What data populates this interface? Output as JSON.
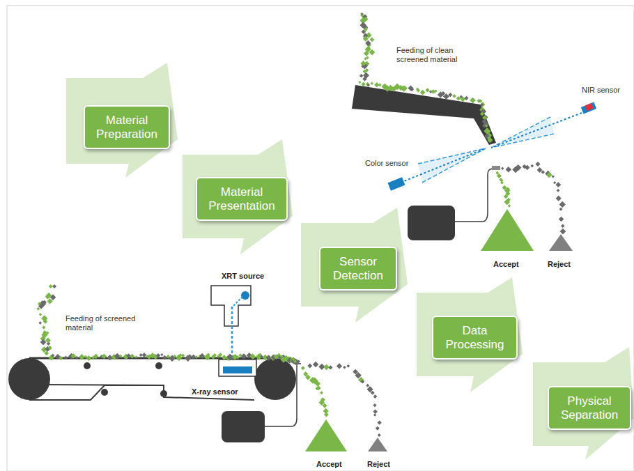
{
  "diagram": {
    "nodes": [
      {
        "text": [
          "Material Preparation"
        ]
      },
      {
        "text": [
          "Material Presentation"
        ]
      },
      {
        "text": [
          "Sensor Detection"
        ]
      },
      {
        "text": [
          "Data Processing"
        ]
      },
      {
        "text": [
          "Physical Separation"
        ]
      }
    ],
    "labels": [
      "Feeding of clean screened material",
      "NIR sensor",
      "Color sensor",
      "Accept",
      "Reject",
      "XRT source",
      "Feeding of screened material",
      "X-ray sensor",
      "Accept",
      "Reject"
    ]
  }
}
